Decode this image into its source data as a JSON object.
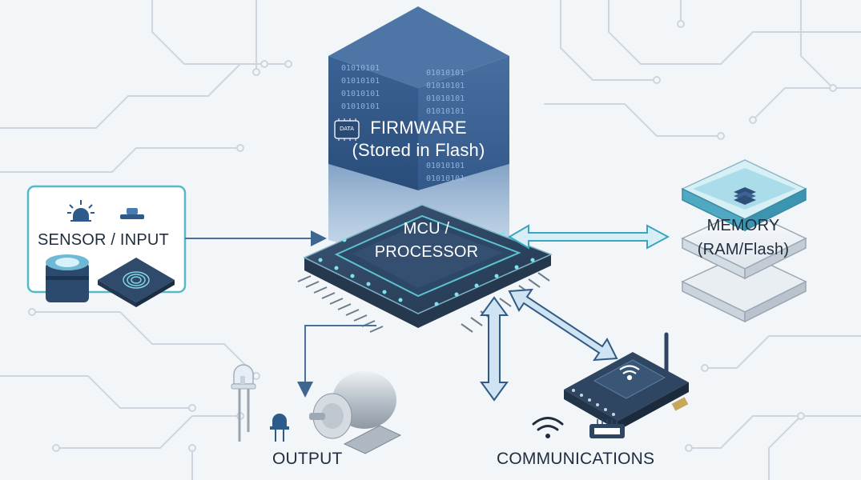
{
  "firmware": {
    "title": "FIRMWARE",
    "subtitle": "(Stored in Flash)",
    "chip_badge": "DATA",
    "binary_text": "01010101"
  },
  "mcu": {
    "line1": "MCU /",
    "line2": "PROCESSOR"
  },
  "sensor": {
    "label": "SENSOR / INPUT"
  },
  "memory": {
    "line1": "MEMORY",
    "line2": "(RAM/Flash)"
  },
  "output": {
    "label": "OUTPUT"
  },
  "communications": {
    "label": "COMMUNICATIONS"
  },
  "colors": {
    "background": "#f3f6f9",
    "circuit_trace": "#c9d3dd",
    "firmware_cube": "#2b4f7e",
    "chip_dark": "#2f4663",
    "teal_accent": "#4ab6c7",
    "arrow_blue": "#cfe3f2",
    "arrow_stroke": "#2f5b86"
  },
  "icons": {
    "sensor": [
      "light-sensor-icon",
      "push-button-icon",
      "lens-sensor-icon",
      "fingerprint-sensor-icon"
    ],
    "output": [
      "led-icon",
      "small-led-icon",
      "motor-icon"
    ],
    "communications": [
      "wifi-module-icon",
      "wifi-icon",
      "connector-icon",
      "antenna-icon"
    ]
  }
}
